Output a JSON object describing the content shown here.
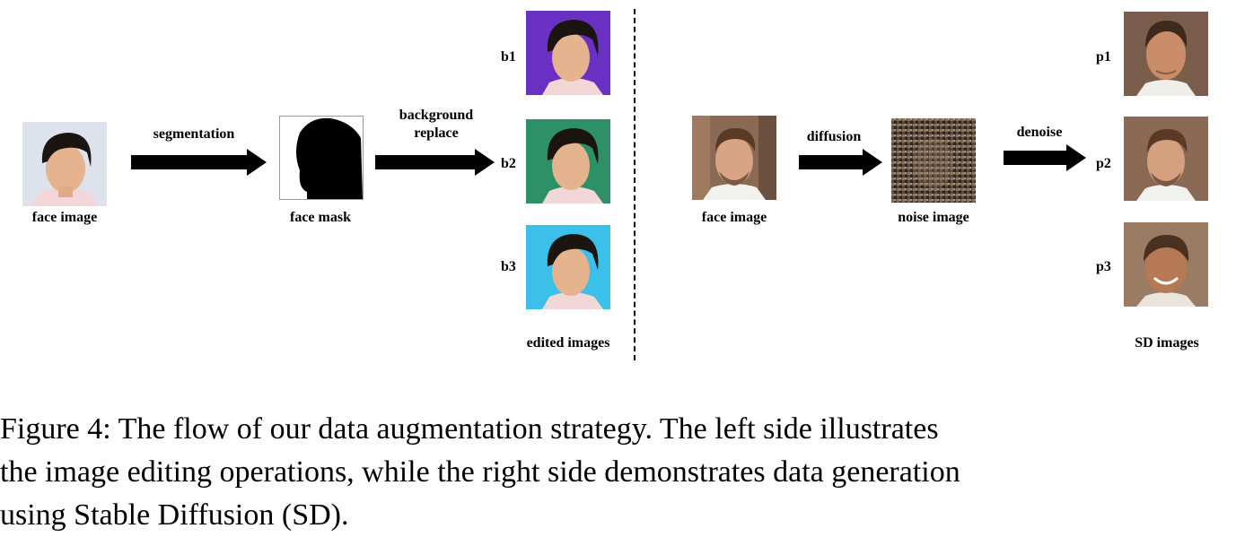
{
  "left": {
    "face_image_label": "face image",
    "segmentation_label": "segmentation",
    "face_mask_label": "face mask",
    "background_replace_label": "background\nreplace",
    "edited": [
      {
        "tag": "b1",
        "bg_color": "#6a2fc3"
      },
      {
        "tag": "b2",
        "bg_color": "#2e9066"
      },
      {
        "tag": "b3",
        "bg_color": "#3bc0ea"
      }
    ],
    "edited_images_label": "edited images"
  },
  "right": {
    "face_image_label": "face image",
    "diffusion_label": "diffusion",
    "noise_image_label": "noise image",
    "denoise_label": "denoise",
    "generated": [
      {
        "tag": "p1"
      },
      {
        "tag": "p2"
      },
      {
        "tag": "p3"
      }
    ],
    "sd_images_label": "SD images"
  },
  "caption": "Figure 4: The flow of our data augmentation strategy. The left side illustrates\nthe image editing operations, while the right side demonstrates data generation\nusing Stable Diffusion (SD)."
}
